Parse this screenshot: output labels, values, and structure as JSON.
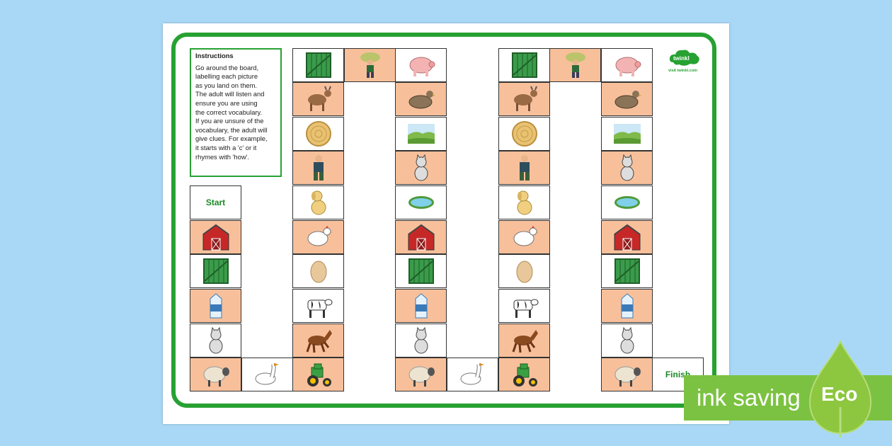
{
  "instructions": {
    "title": "Instructions",
    "lines": [
      "Go around the board,",
      "labelling each picture",
      "as you land on them.",
      "The adult will listen and",
      "ensure you are using",
      "the correct vocabulary.",
      "If you are unsure of the",
      "vocabulary, the adult will",
      "give clues. For example,",
      "it starts with a 'c' or it",
      "rhymes with 'how'."
    ]
  },
  "board": {
    "start_label": "Start",
    "finish_label": "Finish",
    "pictures": [
      "gate",
      "farmer-with-hay",
      "pig",
      "goat",
      "duck",
      "hay-bale",
      "field",
      "farmer",
      "cat",
      "dog",
      "pond",
      "hen",
      "barn",
      "egg",
      "milk-carton",
      "cow",
      "horse",
      "sheep",
      "goose",
      "tractor"
    ]
  },
  "logo": {
    "name": "twinkl",
    "subtitle": "visit twinkl.com"
  },
  "badge": {
    "ink_label": "ink saving",
    "eco_label": "Eco"
  },
  "colors": {
    "green": "#27a132",
    "peach": "#f7c09b",
    "background": "#a9d8f7",
    "banner": "#7cc242"
  }
}
